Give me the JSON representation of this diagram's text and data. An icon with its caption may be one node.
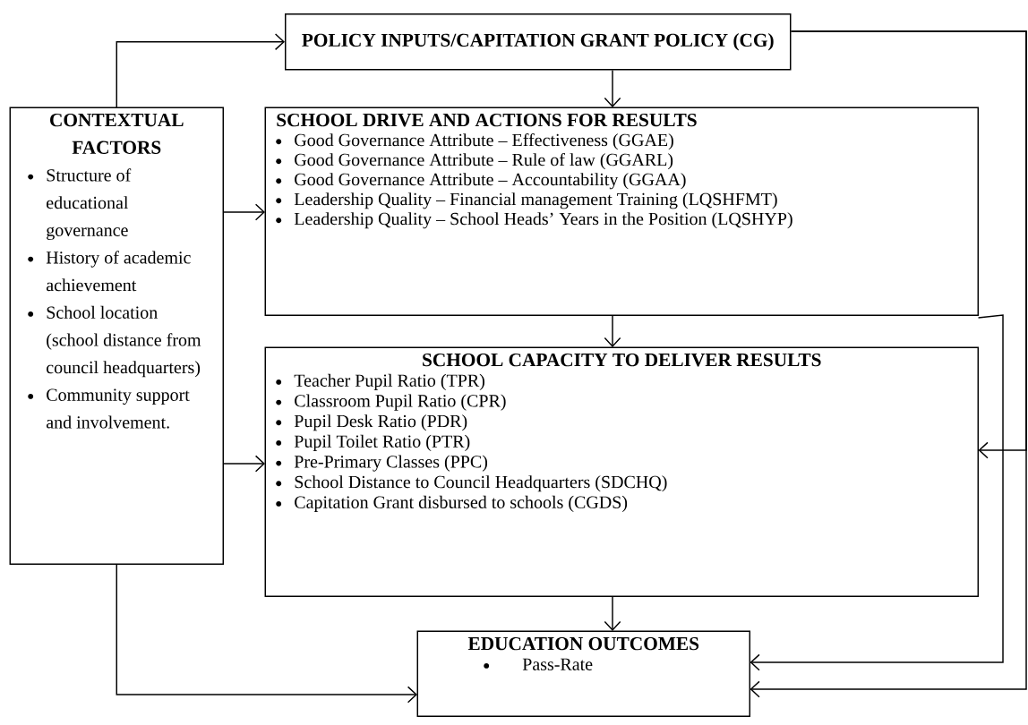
{
  "diagram": {
    "nodes": [
      {
        "text": [
          "POLICY INPUTS/CAPITATION GRANT POLICY (CG)"
        ]
      },
      {
        "text": [
          "CONTEXTUAL FACTORS",
          "Structure of educational governance",
          "History of academic achievement",
          "School location (school distance from council headquarters)",
          "Community support and involvement."
        ]
      },
      {
        "text": [
          "SCHOOL DRIVE AND ACTIONS FOR RESULTS",
          "Good Governance Attribute – Effectiveness (GGAE)",
          "Good Governance Attribute – Rule of law (GGARL)",
          "Good Governance Attribute – Accountability (GGAA)",
          "Leadership Quality – Financial management  Training (LQSHFMT)",
          "Leadership Quality – School Heads’ Years in the Position (LQSHYP)"
        ]
      },
      {
        "text": [
          "SCHOOL CAPACITY TO DELIVER RESULTS",
          "Teacher Pupil Ratio (TPR)",
          "Classroom Pupil Ratio (CPR)",
          "Pupil Desk Ratio (PDR)",
          "Pupil Toilet Ratio (PTR)",
          "Pre-Primary Classes (PPC)",
          "School Distance to Council Headquarters (SDCHQ)",
          "Capitation Grant disbursed to schools (CGDS)"
        ]
      },
      {
        "text": [
          "EDUCATION OUTCOMES",
          "Pass-Rate"
        ]
      }
    ],
    "edges": [
      {
        "from": 1,
        "to": 0,
        "arrow": "to"
      },
      {
        "from": 0,
        "to": 2,
        "arrow": "to"
      },
      {
        "from": 1,
        "to": 2,
        "arrow": "to"
      },
      {
        "from": 1,
        "to": 3,
        "arrow": "to"
      },
      {
        "from": 2,
        "to": 3,
        "arrow": "to"
      },
      {
        "from": 3,
        "to": 4,
        "arrow": "to"
      },
      {
        "from": 1,
        "to": 4,
        "arrow": "to"
      },
      {
        "from": 2,
        "to": 4,
        "arrow": "to"
      },
      {
        "from": 0,
        "to": 3,
        "arrow": "to"
      },
      {
        "from": 0,
        "to": 4,
        "arrow": "to"
      }
    ]
  }
}
